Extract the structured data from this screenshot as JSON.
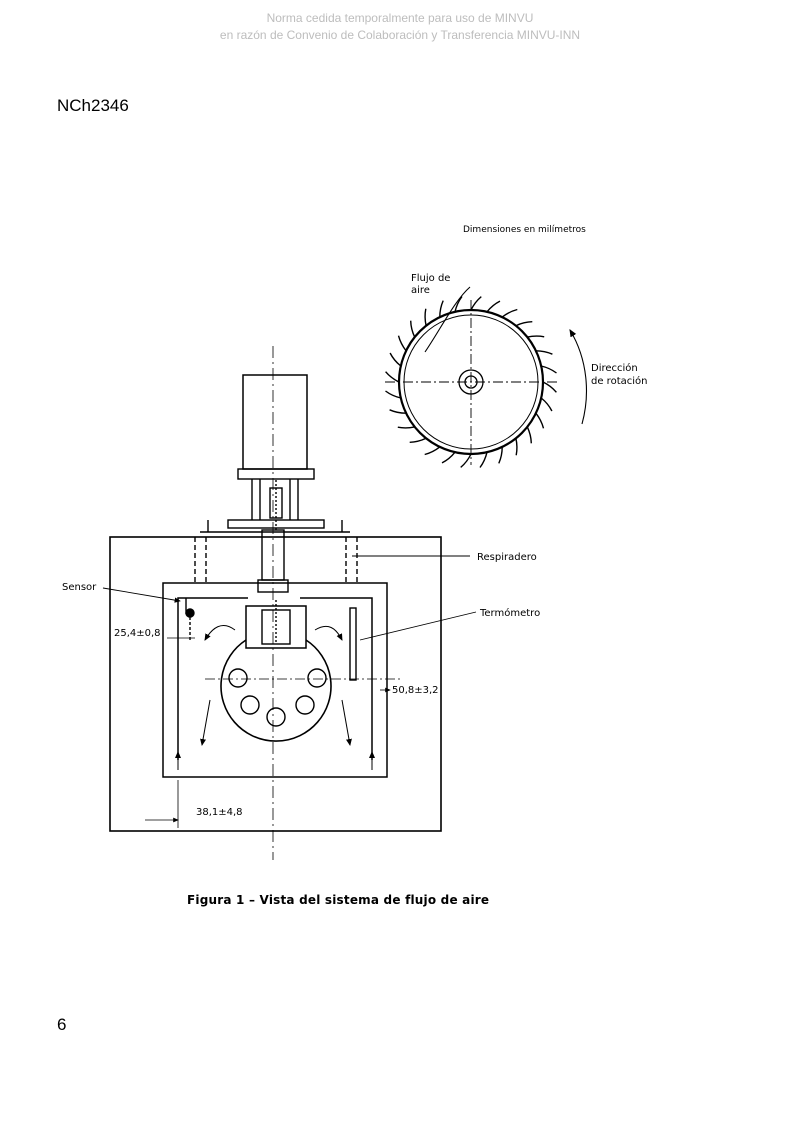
{
  "watermark": {
    "line1": "Norma cedida temporalmente para uso de MINVU",
    "line2": "en razón de Convenio de Colaboración y Transferencia MINVU-INN"
  },
  "header": {
    "doc_code": "NCh2346"
  },
  "figure": {
    "dimensions_note": "Dimensiones en milímetros",
    "flow_label_1": "Flujo de",
    "flow_label_2": "aire",
    "rotation_label_1": "Dirección",
    "rotation_label_2": "de rotación",
    "vent_label": "Respiradero",
    "sensor_label": "Sensor",
    "thermometer_label": "Termómetro",
    "dim_sensor": "25,4±0,8",
    "dim_right": "50,8±3,2",
    "dim_bottom": "38,1±4,8",
    "caption": "Figura 1 – Vista del sistema de flujo de aire"
  },
  "footer": {
    "page_number": "6"
  }
}
